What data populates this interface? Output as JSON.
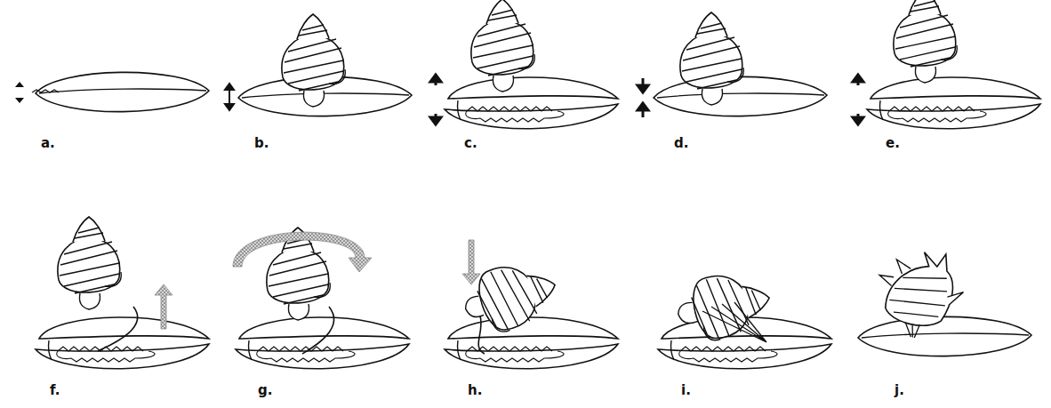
{
  "diagram": {
    "labels": [
      "a.",
      "b.",
      "c.",
      "d.",
      "e.",
      "f.",
      "g.",
      "h.",
      "i.",
      "j."
    ]
  }
}
